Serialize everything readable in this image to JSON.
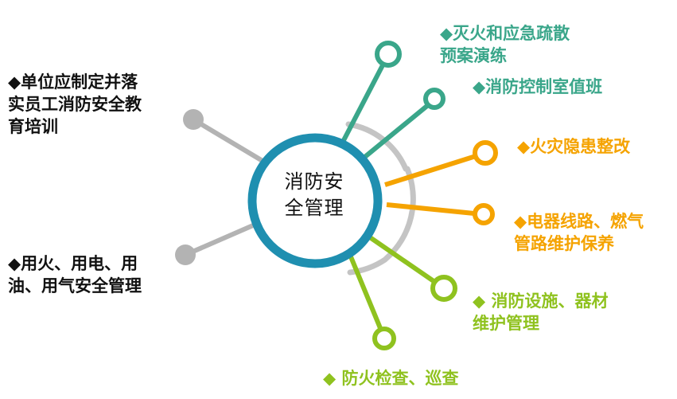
{
  "center": {
    "lines": [
      "消防安",
      "全管理"
    ]
  },
  "colors": {
    "hub_ring": "#1f8fb0",
    "left_gray": "#b3b3b3",
    "teal": "#3aa68a",
    "orange": "#f5a300",
    "green": "#8fc21f",
    "dark_text": "#111111"
  },
  "left_items": [
    {
      "lines": [
        "◆单位应制定并落",
        "实员工消防安全教",
        "育培训"
      ]
    },
    {
      "lines": [
        "◆用火、用电、用",
        "油、用气安全管理"
      ]
    }
  ],
  "teal_items": [
    {
      "lines": [
        "◆灭火和应急疏散",
        "预案演练"
      ]
    },
    {
      "lines": [
        "◆消防控制室值班"
      ]
    }
  ],
  "orange_items": [
    {
      "lines": [
        "◆火灾隐患整改"
      ]
    },
    {
      "lines": [
        "◆电器线路、燃气",
        "管路维护保养"
      ]
    }
  ],
  "green_items": [
    {
      "lines": [
        "◆ 消防设施、器材",
        "维护管理"
      ]
    },
    {
      "lines": [
        "◆ 防火检查、巡查"
      ]
    }
  ]
}
